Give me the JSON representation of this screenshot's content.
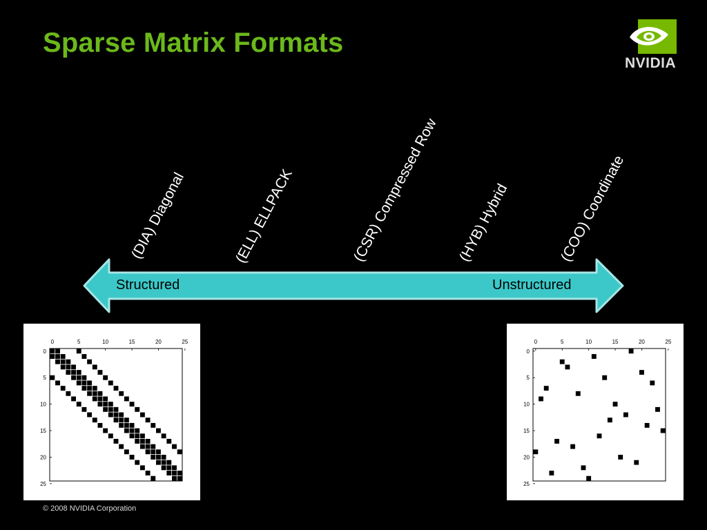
{
  "title": "Sparse Matrix Formats",
  "logo": {
    "icon": "nvidia-eye-icon",
    "text": "NVIDIA"
  },
  "formats": [
    {
      "label": "(DIA) Diagonal"
    },
    {
      "label": "(ELL)  ELLPACK"
    },
    {
      "label": "(CSR)  Compressed Row"
    },
    {
      "label": "(HYB) Hybrid"
    },
    {
      "label": "(COO)  Coordinate"
    }
  ],
  "arrow": {
    "left_label": "Structured",
    "right_label": "Unstructured",
    "color": "#3cc8c8",
    "border": "#a8e6e6"
  },
  "accent_color": "#6bb81c",
  "matrix_axis": {
    "ticks": [
      "0",
      "5",
      "10",
      "15",
      "20",
      "25"
    ]
  },
  "structured_matrix": {
    "size": 25,
    "diagonal_offsets": [
      -5,
      -1,
      0,
      1,
      5
    ]
  },
  "unstructured_matrix": {
    "size": 25,
    "nonzeros": [
      [
        2,
        5
      ],
      [
        1,
        11
      ],
      [
        0,
        18
      ],
      [
        3,
        6
      ],
      [
        5,
        13
      ],
      [
        4,
        20
      ],
      [
        6,
        22
      ],
      [
        7,
        2
      ],
      [
        8,
        8
      ],
      [
        9,
        1
      ],
      [
        10,
        15
      ],
      [
        11,
        23
      ],
      [
        12,
        17
      ],
      [
        13,
        14
      ],
      [
        14,
        21
      ],
      [
        15,
        24
      ],
      [
        16,
        12
      ],
      [
        17,
        4
      ],
      [
        18,
        7
      ],
      [
        19,
        0
      ],
      [
        20,
        16
      ],
      [
        21,
        19
      ],
      [
        22,
        9
      ],
      [
        23,
        3
      ],
      [
        24,
        10
      ]
    ]
  },
  "footer": "© 2008 NVIDIA Corporation"
}
